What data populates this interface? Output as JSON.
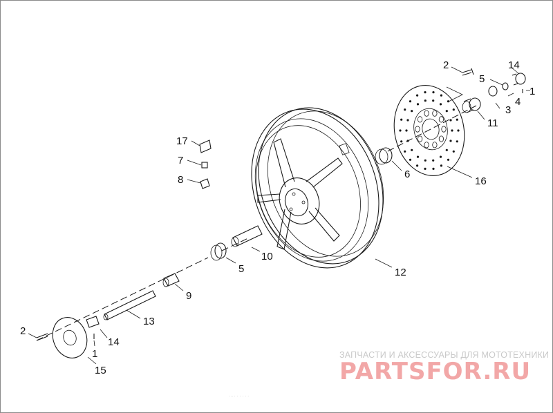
{
  "callouts": [
    {
      "id": "c2a",
      "text": "2"
    },
    {
      "id": "c14a",
      "text": "14"
    },
    {
      "id": "c5a",
      "text": "5"
    },
    {
      "id": "c1a",
      "text": "1"
    },
    {
      "id": "c4",
      "text": "4"
    },
    {
      "id": "c3",
      "text": "3"
    },
    {
      "id": "c11",
      "text": "11"
    },
    {
      "id": "c6",
      "text": "6"
    },
    {
      "id": "c16",
      "text": "16"
    },
    {
      "id": "c17",
      "text": "17"
    },
    {
      "id": "c7",
      "text": "7"
    },
    {
      "id": "c8",
      "text": "8"
    },
    {
      "id": "c10",
      "text": "10"
    },
    {
      "id": "c5b",
      "text": "5"
    },
    {
      "id": "c12",
      "text": "12"
    },
    {
      "id": "c9",
      "text": "9"
    },
    {
      "id": "c13",
      "text": "13"
    },
    {
      "id": "c2b",
      "text": "2"
    },
    {
      "id": "c14b",
      "text": "14"
    },
    {
      "id": "c1b",
      "text": "1"
    },
    {
      "id": "c15",
      "text": "15"
    }
  ],
  "watermark": {
    "tagline": "ЗАПЧАСТИ И АКСЕССУАРЫ ДЛЯ МОТОТЕХНИКИ",
    "brand": "PARTSFOR.RU",
    "brand_color": "#f2a7a7"
  },
  "footer_text": ". , . . . . . ."
}
